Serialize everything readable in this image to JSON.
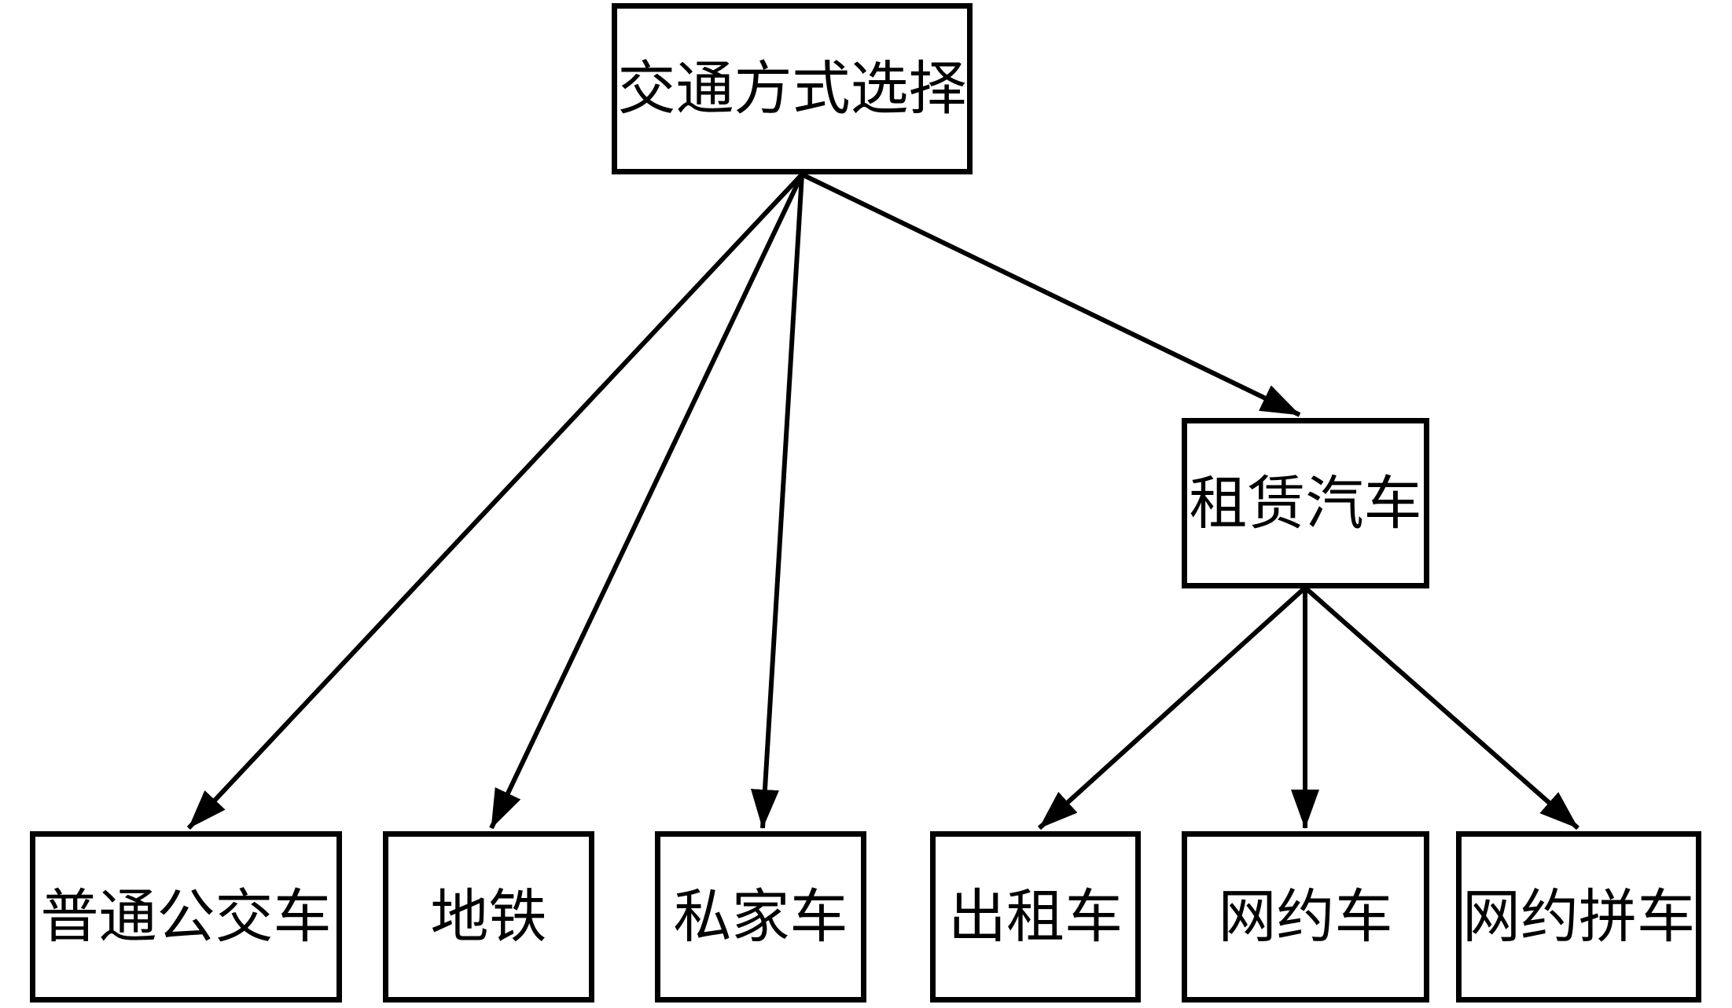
{
  "diagram": {
    "type": "tree",
    "background_color": "#ffffff",
    "line_color": "#000000",
    "text_color": "#000000",
    "nodes": {
      "root": {
        "label": "交通方式选择"
      },
      "rental_car": {
        "label": "租赁汽车"
      },
      "public_bus": {
        "label": "普通公交车"
      },
      "subway": {
        "label": "地铁"
      },
      "private_car": {
        "label": "私家车"
      },
      "taxi": {
        "label": "出租车"
      },
      "ride_hailing": {
        "label": "网约车"
      },
      "ride_hailing_carpool": {
        "label": "网约拼车"
      }
    },
    "edges": [
      {
        "from": "root",
        "to": "public_bus"
      },
      {
        "from": "root",
        "to": "subway"
      },
      {
        "from": "root",
        "to": "private_car"
      },
      {
        "from": "root",
        "to": "rental_car"
      },
      {
        "from": "rental_car",
        "to": "taxi"
      },
      {
        "from": "rental_car",
        "to": "ride_hailing"
      },
      {
        "from": "rental_car",
        "to": "ride_hailing_carpool"
      }
    ]
  }
}
